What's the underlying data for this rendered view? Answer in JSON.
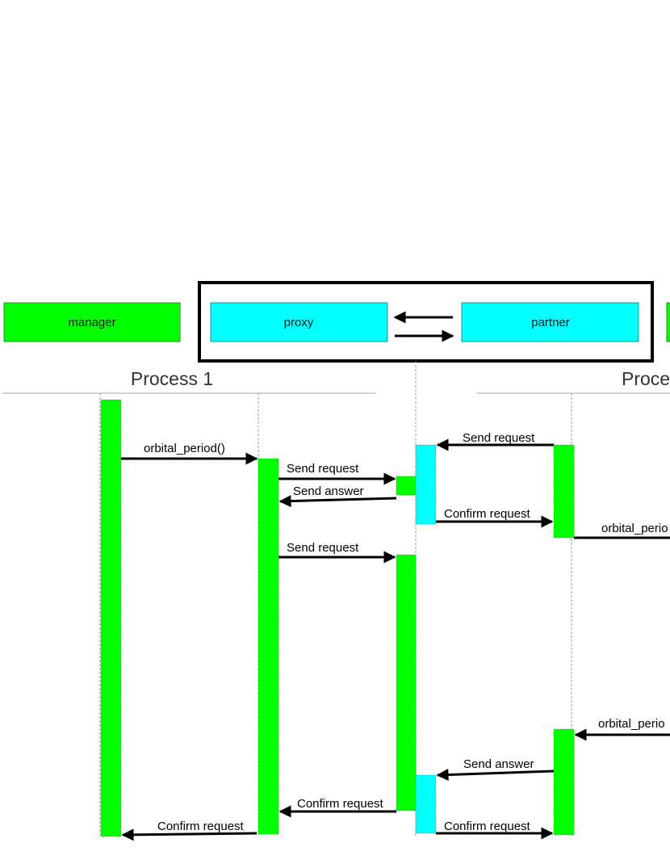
{
  "participants": [
    {
      "label": "manager",
      "color": "#00ff00"
    },
    {
      "label": "proxy",
      "color": "#00ffff"
    },
    {
      "label": "partner",
      "color": "#00ffff"
    }
  ],
  "processes": [
    {
      "label": "Process 1"
    },
    {
      "label": "Proce"
    }
  ],
  "messages": [
    {
      "label": "orbital_period()"
    },
    {
      "label": "Send request"
    },
    {
      "label": "Send answer"
    },
    {
      "label": "Send request"
    },
    {
      "label": "Confirm request"
    },
    {
      "label": "Confirm request"
    },
    {
      "label": "Send request"
    },
    {
      "label": "Confirm request"
    },
    {
      "label": "orbital_perio"
    },
    {
      "label": "orbital_perio"
    },
    {
      "label": "Send answer"
    },
    {
      "label": "Confirm request"
    }
  ],
  "colors": {
    "activation_green": "#00ff00",
    "activation_cyan": "#00ffff",
    "stroke": "#000000"
  }
}
